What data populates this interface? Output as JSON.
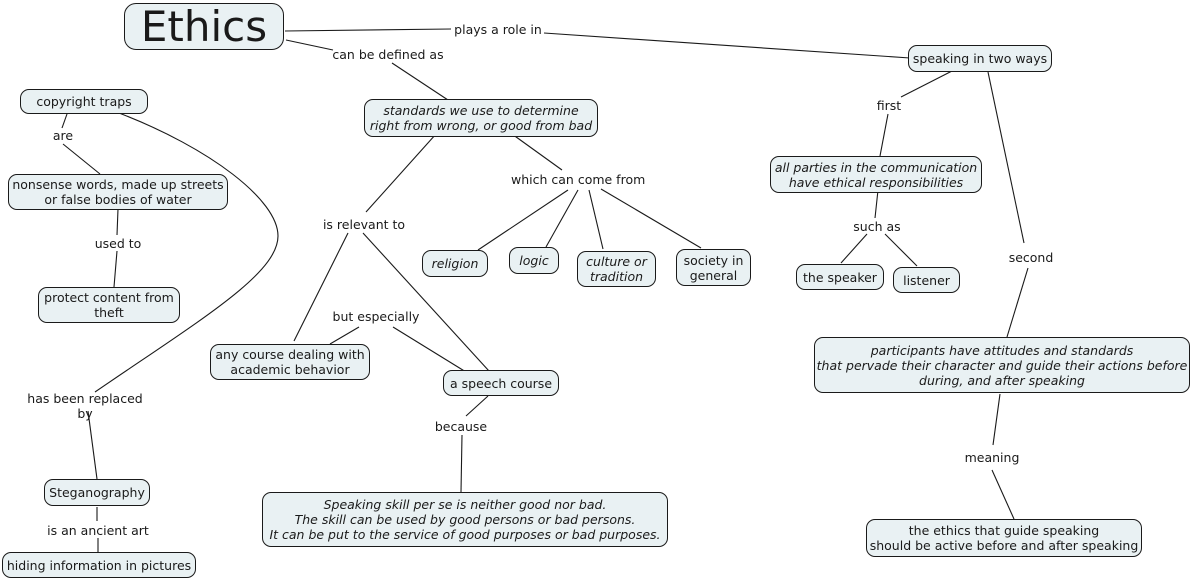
{
  "map": {
    "title": "Ethics",
    "background_color": "#ffffff",
    "node_fill": "#e9f1f3",
    "node_border": "#1a1a1a",
    "text_color": "#1a1a1a"
  },
  "nodes": {
    "root": "Ethics",
    "copyright_traps": "copyright traps",
    "nonsense_words": "nonsense words, made up streets\nor false bodies of water",
    "protect_content": "protect content from\ntheft",
    "steganography": "Steganography",
    "hiding_information": "hiding information in pictures",
    "standards": "standards we use to determine\nright from wrong, or good from bad",
    "religion": "religion",
    "logic": "logic",
    "culture": "culture or\ntradition",
    "society": "society in\ngeneral",
    "any_course": "any course dealing with\nacademic behavior",
    "speech_course": "a speech course",
    "speaking_skill": "Speaking skill per se is neither good nor bad.\nThe skill can be used by good persons or bad persons.\nIt can be put to the service of good purposes or bad purposes.",
    "speaking_two_ways": "speaking in two ways",
    "all_parties": "all parties in the communication\nhave ethical responsibilities",
    "the_speaker": "the speaker",
    "listener": "listener",
    "participants": "participants have attitudes and standards\nthat pervade their character and guide their actions before\nduring, and after speaking",
    "ethics_guide": "the ethics that guide speaking\nshould be active before and after speaking"
  },
  "link_labels": {
    "plays_a_role_in": "plays a role in",
    "can_be_defined_as": "can be defined as",
    "are": "are",
    "used_to": "used to",
    "has_been_replaced_by": "has been replaced\nby",
    "is_an_ancient_art": "is an ancient art",
    "is_relevant_to": "is relevant to",
    "which_can_come_from": "which can come from",
    "but_especially": "but especially",
    "because": "because",
    "first": "first",
    "second": "second",
    "such_as": "such as",
    "meaning": "meaning"
  }
}
